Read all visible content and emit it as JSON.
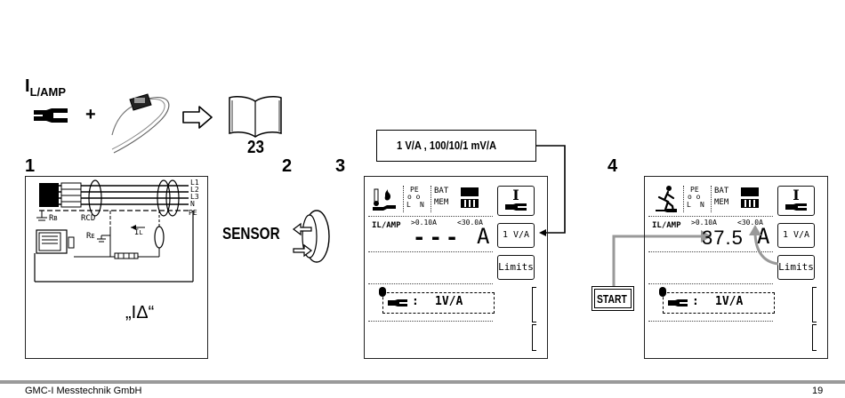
{
  "header": {
    "i_label": "I",
    "i_sub": "L/AMP",
    "plus": "+",
    "page_ref": "23"
  },
  "steps": {
    "s1": "1",
    "s2": "2",
    "s3": "3",
    "s4": "4"
  },
  "diagram1": {
    "l1": "L1",
    "l2": "L2",
    "l3": "L3",
    "n": "N",
    "pe": "PE",
    "rb": "R",
    "rb_sub": "B",
    "rcd": "RCD",
    "re": "R",
    "re_sub": "E",
    "il": "I",
    "il_sub": "L",
    "caption": "„IΔ“"
  },
  "step2": {
    "label": "SENSOR"
  },
  "callout": {
    "text": "1 V/A , 100/10/1 mV/A"
  },
  "screen3": {
    "pe_label": "PE",
    "l_label": "L",
    "n_label": "N",
    "bat": "BAT",
    "mem": "MEM",
    "func_key": "I",
    "meas_label": "IL/AMP",
    "range_low": ">0.10A",
    "range_high": "<30.0A",
    "value": "---",
    "unit": "A",
    "key_range": "1 V/A",
    "key_limits": "Limits",
    "setting": "1V/A",
    "setting_sep": ":"
  },
  "screen4": {
    "pe_label": "PE",
    "l_label": "L",
    "n_label": "N",
    "bat": "BAT",
    "mem": "MEM",
    "func_key": "I",
    "meas_label": "IL/AMP",
    "range_low": ">0.10A",
    "range_high": "<30.0A",
    "value": "37.5",
    "unit": "A",
    "key_range": "1 V/A",
    "key_limits": "Limits",
    "setting": "1V/A",
    "setting_sep": ":",
    "start_button": "START"
  },
  "footer": {
    "company": "GMC-I Messtechnik GmbH",
    "page": "19"
  }
}
